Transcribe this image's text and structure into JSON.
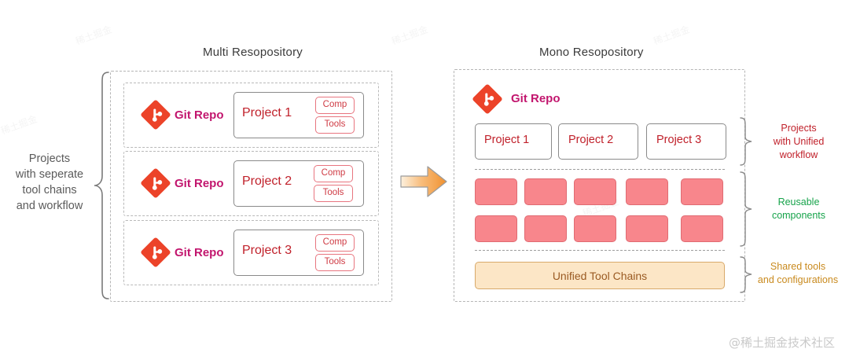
{
  "titles": {
    "multi": "Multi Resopository",
    "mono": "Mono Resopository"
  },
  "left_side_label": {
    "lines": [
      "Projects",
      "with seperate",
      "tool chains",
      "and workflow"
    ],
    "color": "#5b5b5b"
  },
  "multi_repo": {
    "git_label": "Git Repo",
    "git_label_color": "#c2166e",
    "git_logo_color": "#ec4329",
    "rows": [
      {
        "project": "Project 1",
        "chips": [
          "Comp",
          "Tools"
        ]
      },
      {
        "project": "Project 2",
        "chips": [
          "Comp",
          "Tools"
        ]
      },
      {
        "project": "Project 3",
        "chips": [
          "Comp",
          "Tools"
        ]
      }
    ],
    "project_text_color": "#c0202a",
    "chip_border_color": "#e8757f"
  },
  "arrow": {
    "name": "right-arrow",
    "fill_start": "#fdf0dc",
    "fill_end": "#f2953a",
    "stroke": "#9a9a9a"
  },
  "mono_repo": {
    "git_label": "Git Repo",
    "projects": [
      "Project 1",
      "Project 2",
      "Project 3"
    ],
    "components_rows": 2,
    "components_cols": 5,
    "component_fill": "#f8868c",
    "component_border": "#e06b72",
    "tool_chains_label": "Unified Tool Chains",
    "tool_chains_fill": "#fce6c6",
    "tool_chains_border": "#d8a96a",
    "tool_chains_text_color": "#9a5a22"
  },
  "right_labels": [
    {
      "lines": [
        "Projects",
        "with Unified",
        "workflow"
      ],
      "color": "#c0202a"
    },
    {
      "lines": [
        "Reusable",
        "components"
      ],
      "color": "#16a34a"
    },
    {
      "lines": [
        "Shared tools",
        "and configurations"
      ],
      "color": "#c98a1e"
    }
  ],
  "watermark": "@稀土掘金技术社区",
  "bg_watermarks": [
    "稀土掘金",
    "稀土掘金",
    "稀土掘金",
    "稀土掘金",
    "稀土掘金",
    "稀土掘金"
  ]
}
